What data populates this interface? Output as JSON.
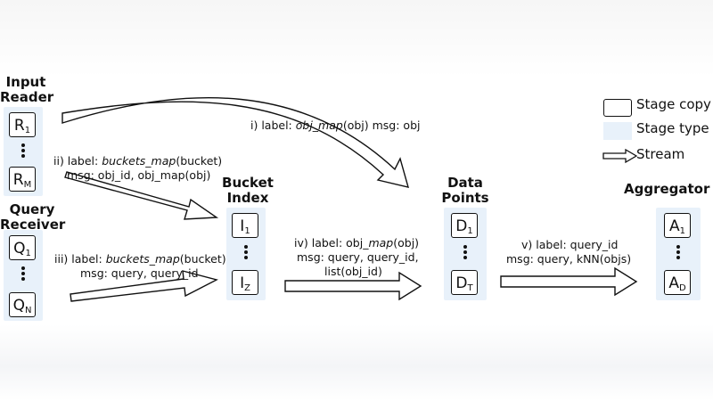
{
  "stages": {
    "input_reader": {
      "title": "Input\nReader",
      "first": {
        "letter": "R",
        "sub": "1"
      },
      "last": {
        "letter": "R",
        "sub": "M"
      }
    },
    "query_receiver": {
      "title": "Query\nReceiver",
      "first": {
        "letter": "Q",
        "sub": "1"
      },
      "last": {
        "letter": "Q",
        "sub": "N"
      }
    },
    "bucket_index": {
      "title": "Bucket\nIndex",
      "first": {
        "letter": "I",
        "sub": "1"
      },
      "last": {
        "letter": "I",
        "sub": "Z"
      }
    },
    "data_points": {
      "title": "Data\nPoints",
      "first": {
        "letter": "D",
        "sub": "1"
      },
      "last": {
        "letter": "D",
        "sub": "T"
      }
    },
    "aggregator": {
      "title": "Aggregator",
      "first": {
        "letter": "A",
        "sub": "1"
      },
      "last": {
        "letter": "A",
        "sub": "D"
      }
    }
  },
  "streams": {
    "i": {
      "prefix": "i) label: ",
      "func": "obj_map",
      "rest": "(obj) msg: obj"
    },
    "ii": {
      "line1_prefix": "ii) label: ",
      "line1_func": "buckets_map",
      "line1_rest": "(bucket)",
      "line2": "msg: obj_id, obj_map(obj)"
    },
    "iii": {
      "line1_prefix": "iii) label: ",
      "line1_func": "buckets_map",
      "line1_rest": "(bucket)",
      "line2": "msg: query, query_id"
    },
    "iv": {
      "line1_prefix": "iv) label: obj_",
      "line1_func": "map",
      "line1_rest": "(obj)",
      "line2": "msg: query, query_id,",
      "line3": "list(obj_id)"
    },
    "v": {
      "line1": "v) label: query_id",
      "line2": "msg: query, kNN(objs)"
    }
  },
  "legend": {
    "stage_copy": "Stage copy",
    "stage_type": "Stage type",
    "stream": "Stream"
  }
}
